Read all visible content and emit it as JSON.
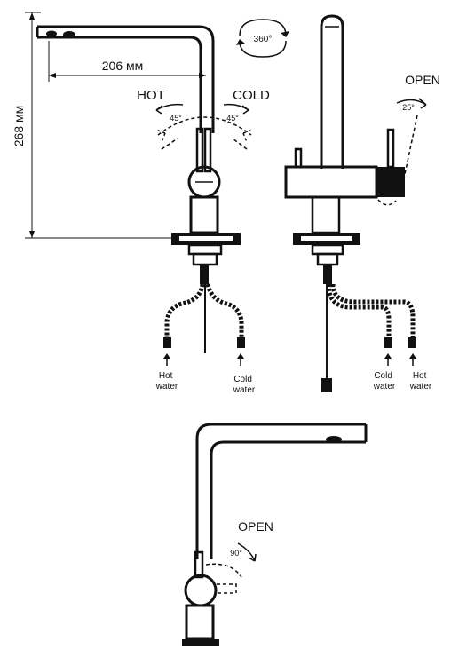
{
  "dimensions": {
    "height": "268 мм",
    "reach": "206 мм"
  },
  "rotation": {
    "label": "360°"
  },
  "front_view": {
    "hot_label": "HOT",
    "cold_label": "COLD",
    "hot_angle": "45°",
    "cold_angle": "45°",
    "hot_water": [
      "Hot",
      "water"
    ],
    "cold_water": [
      "Cold",
      "water"
    ]
  },
  "side_view": {
    "open_label": "OPEN",
    "open_angle": "25°",
    "cold_water": [
      "Cold",
      "water"
    ],
    "hot_water": [
      "Hot",
      "water"
    ]
  },
  "bottom_view": {
    "open_label": "OPEN",
    "open_angle": "90°"
  }
}
